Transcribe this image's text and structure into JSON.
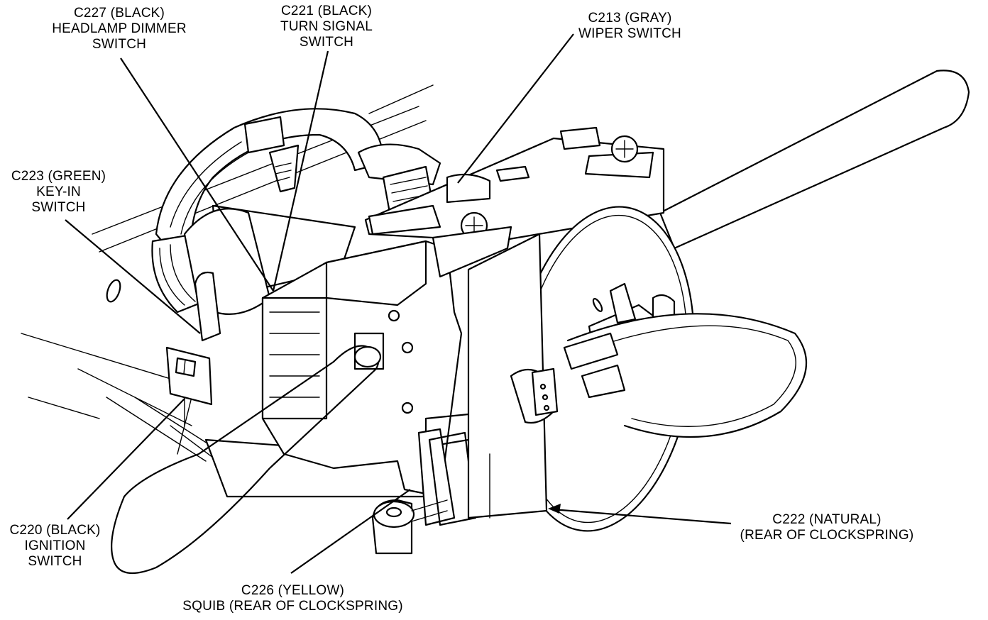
{
  "callouts": [
    {
      "id": "c227",
      "lines": [
        "C227 (BLACK)",
        "HEADLAMP DIMMER",
        "SWITCH"
      ]
    },
    {
      "id": "c221",
      "lines": [
        "C221 (BLACK)",
        "TURN SIGNAL",
        "SWITCH"
      ]
    },
    {
      "id": "c213",
      "lines": [
        "C213 (GRAY)",
        "WIPER SWITCH"
      ]
    },
    {
      "id": "c223",
      "lines": [
        "C223 (GREEN)",
        "KEY-IN",
        "SWITCH"
      ]
    },
    {
      "id": "c220",
      "lines": [
        "C220 (BLACK)",
        "IGNITION",
        "SWITCH"
      ]
    },
    {
      "id": "c226",
      "lines": [
        "C226 (YELLOW)",
        "SQUIB (REAR OF CLOCKSPRING)"
      ]
    },
    {
      "id": "c222",
      "lines": [
        "C222 (NATURAL)",
        "(REAR OF CLOCKSPRING)"
      ]
    }
  ]
}
